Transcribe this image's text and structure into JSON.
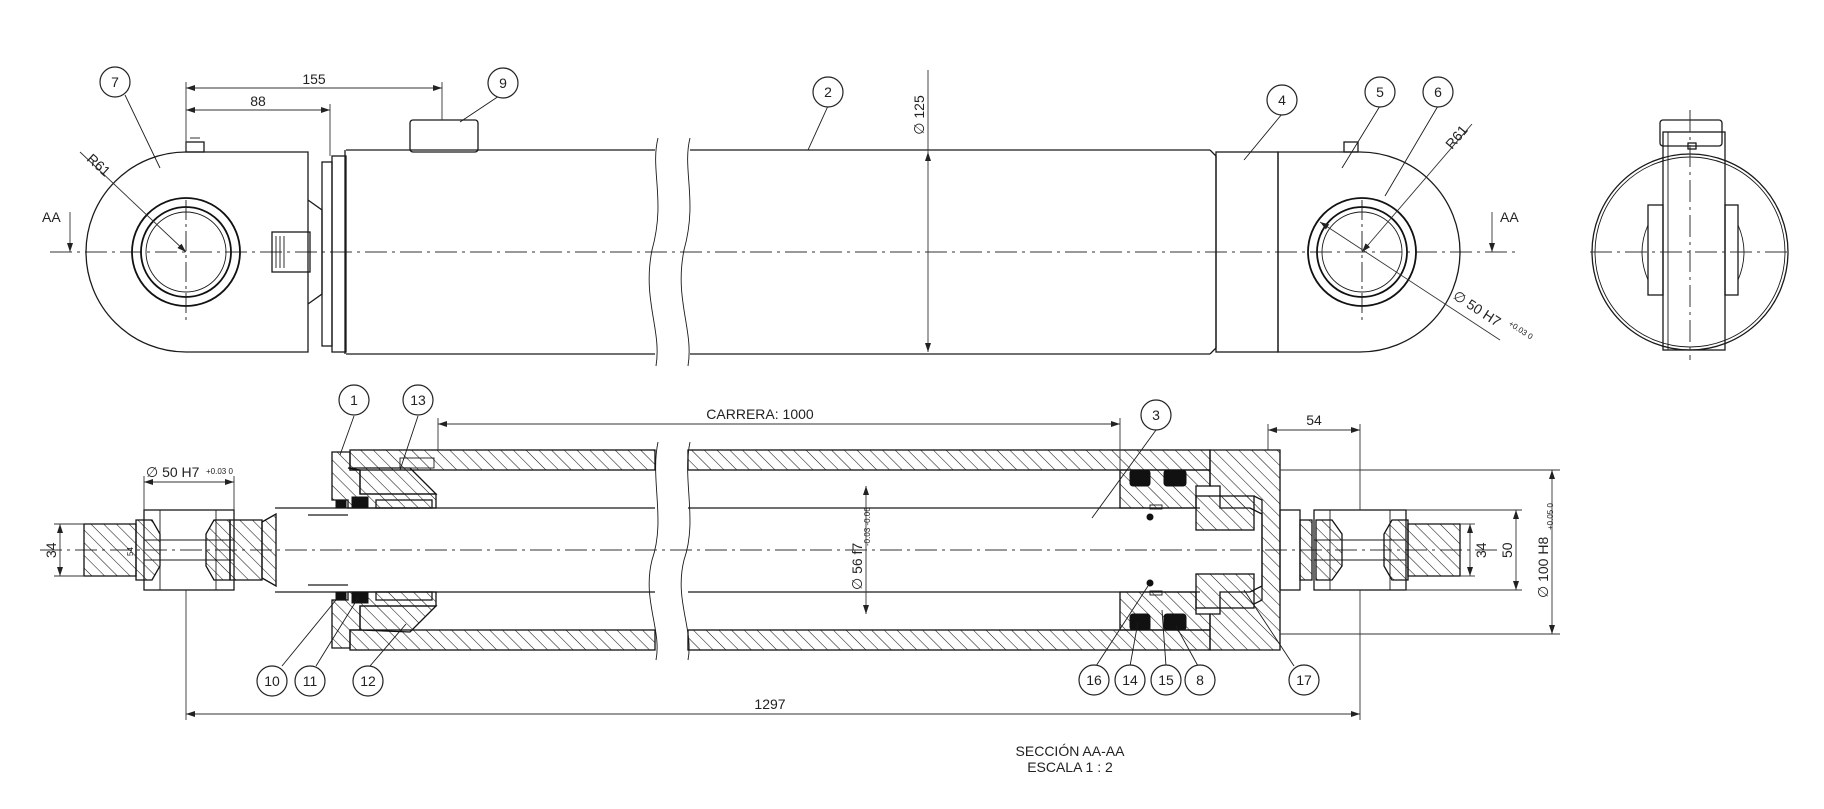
{
  "dimensions": {
    "d155": "155",
    "d88": "88",
    "d125": "∅ 125",
    "r61_left": "R61",
    "r61_right": "R61",
    "aa_left": "AA",
    "aa_right": "AA",
    "d50h7_top": "∅ 50 H7",
    "d50h7_top_tol": "+0.03 0",
    "carrera": "CARRERA: 1000",
    "d54": "54",
    "d50h7_sec": "∅ 50 H7",
    "d50h7_sec_tol": "+0.03 0",
    "d34_left": "34",
    "d34_left_inner": "54",
    "d56f7": "∅ 56 f7",
    "d56f7_tol": "-0.03 -0.06",
    "d34_right": "34",
    "d50_right": "50",
    "d100h8": "∅ 100 H8",
    "d100h8_tol": "+0.05 0",
    "d1297": "1297"
  },
  "balloons": {
    "b1": "1",
    "b2": "2",
    "b3": "3",
    "b4": "4",
    "b5": "5",
    "b6": "6",
    "b7": "7",
    "b8": "8",
    "b9": "9",
    "b10": "10",
    "b11": "11",
    "b12": "12",
    "b13": "13",
    "b14": "14",
    "b15": "15",
    "b16": "16",
    "b17": "17"
  },
  "section": {
    "title": "SECCIÓN AA-AA",
    "scale": "ESCALA 1 : 2"
  }
}
